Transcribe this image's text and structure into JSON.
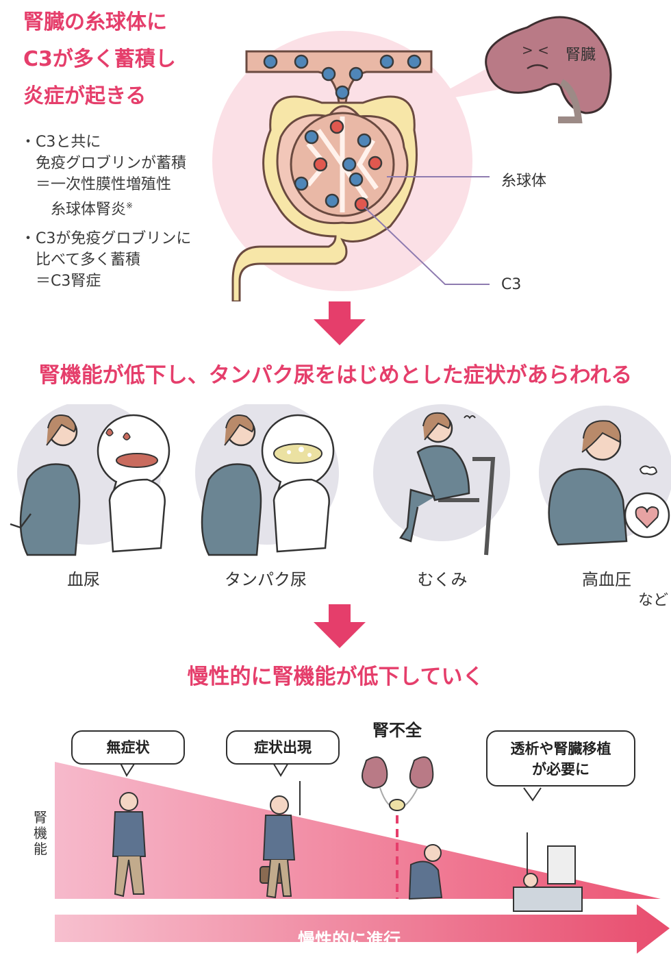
{
  "intro": {
    "headline": [
      "腎臓の糸球体に",
      "C3が多く蓄積し",
      "炎症が起きる"
    ],
    "bullets": [
      {
        "lines": [
          "・C3と共に",
          "　免疫グロブリンが蓄積",
          "　＝一次性膜性増殖性",
          "　　糸球体腎炎"
        ],
        "note": "※"
      },
      {
        "lines": [
          "・C3が免疫グロブリンに",
          "　比べて多く蓄積",
          "　＝C3腎症"
        ],
        "note": ""
      }
    ]
  },
  "diagram_labels": {
    "kidney": "腎臓",
    "glomerulus": "糸球体",
    "c3": "C3"
  },
  "section2": {
    "title": "腎機能が低下し、タンパク尿をはじめとした症状があらわれる"
  },
  "symptoms": [
    {
      "label": "血尿"
    },
    {
      "label": "タンパク尿"
    },
    {
      "label": "むくみ"
    },
    {
      "label": "高血圧"
    }
  ],
  "symptoms_suffix": "など",
  "section3": {
    "title": "慢性的に腎機能が低下していく"
  },
  "progression": {
    "y_axis_label": "腎機能",
    "stages": [
      {
        "label": "無症状"
      },
      {
        "label": "症状出現"
      },
      {
        "label": "腎不全"
      },
      {
        "label": "透析や腎臓移植\nが必要に"
      }
    ],
    "arrow_label": "慢性的に進行"
  },
  "colors": {
    "accent": "#e53e6b",
    "circle_bg": "#fbe0e6",
    "gray_circle": "#e4e3ea",
    "shirt": "#6b8593"
  }
}
